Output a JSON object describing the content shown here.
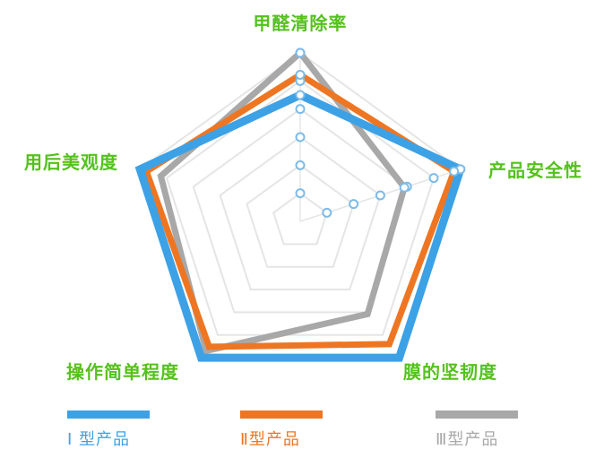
{
  "chart_data": {
    "type": "radar",
    "title": "",
    "categories": [
      "甲醛清除率",
      "产品安全性",
      "膜的坚韧度",
      "操作简单程度",
      "用后美观度"
    ],
    "max": 100,
    "grid_levels": 6,
    "grid": true,
    "legend_position": "bottom",
    "series": [
      {
        "name": "Ⅰ 型产品",
        "color": "#3da1e6",
        "values": [
          75,
          100,
          100,
          100,
          100
        ]
      },
      {
        "name": "Ⅱ型产品",
        "color": "#ee7623",
        "values": [
          87,
          96,
          90,
          92,
          96
        ]
      },
      {
        "name": "Ⅲ型产品",
        "color": "#a8a8a8",
        "values": [
          100,
          65,
          68,
          95,
          87
        ]
      }
    ]
  },
  "axis_labels": {
    "top": "甲醛清除率",
    "right": "产品安全性",
    "bottom_right": "膜的坚韧度",
    "bottom_left": "操作简单程度",
    "left": "用后美观度"
  },
  "legend": {
    "items": [
      {
        "label": "Ⅰ 型产品",
        "color": "#3da1e6"
      },
      {
        "label": "Ⅱ型产品",
        "color": "#ee7623"
      },
      {
        "label": "Ⅲ型产品",
        "color": "#a8a8a8"
      }
    ]
  },
  "colors": {
    "axis_label_green": "#55c11d",
    "grid_line": "#e5e5e5",
    "marker_ring": "#7dbbe8",
    "marker_fill": "#ffffff",
    "background": "#ffffff"
  }
}
